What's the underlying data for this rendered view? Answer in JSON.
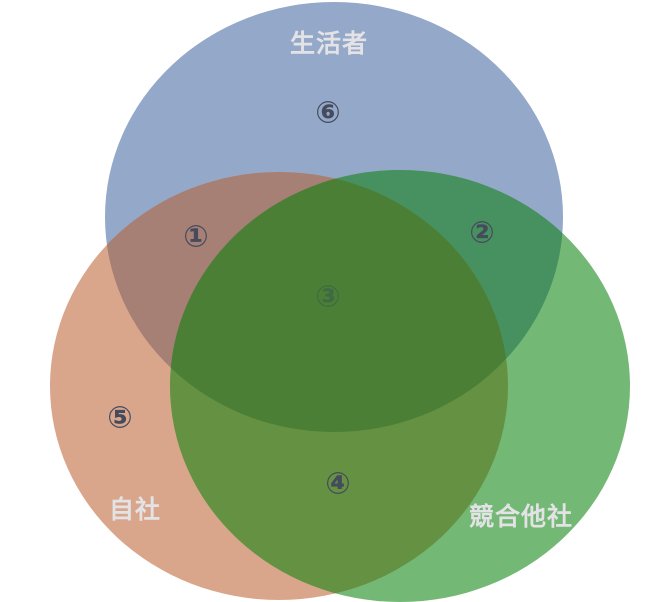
{
  "diagram": {
    "type": "venn",
    "sets": [
      {
        "id": "consumer",
        "label": "生活者",
        "color": "#94a8c9"
      },
      {
        "id": "own_company",
        "label": "自社",
        "color": "#d9a68c"
      },
      {
        "id": "competitor",
        "label": "競合他社",
        "color": "#74b876"
      }
    ],
    "regions": [
      {
        "id": "1",
        "label": "①",
        "sets": [
          "consumer",
          "own_company"
        ],
        "color": "#a67f75"
      },
      {
        "id": "2",
        "label": "②",
        "sets": [
          "consumer",
          "competitor"
        ],
        "color": "#47905f"
      },
      {
        "id": "3",
        "label": "③",
        "sets": [
          "consumer",
          "own_company",
          "competitor"
        ],
        "color": "#4b7f36"
      },
      {
        "id": "4",
        "label": "④",
        "sets": [
          "own_company",
          "competitor"
        ],
        "color": "#659143"
      },
      {
        "id": "5",
        "label": "⑤",
        "sets": [
          "own_company"
        ],
        "color": "#d9a68c"
      },
      {
        "id": "6",
        "label": "⑥",
        "sets": [
          "consumer"
        ],
        "color": "#94a8c9"
      }
    ]
  }
}
